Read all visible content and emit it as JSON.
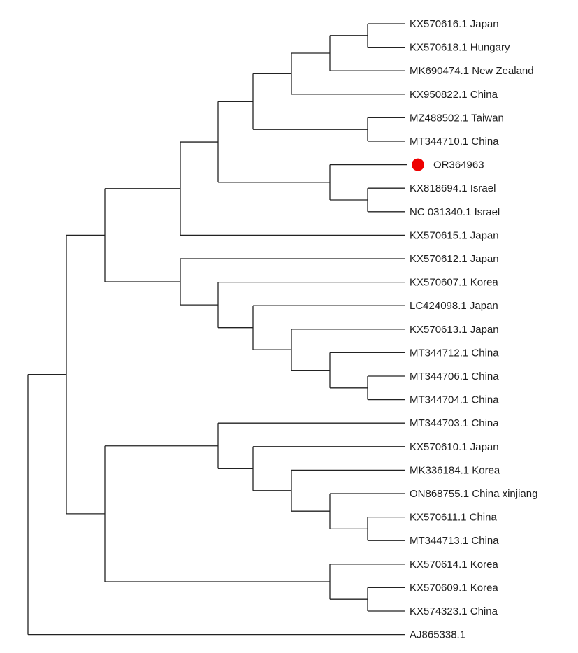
{
  "tree": {
    "highlight_color": "#ee0000",
    "highlight_marker": "red-dot-icon",
    "leaves": [
      {
        "label": "KX570616.1 Japan"
      },
      {
        "label": "KX570618.1 Hungary"
      },
      {
        "label": "MK690474.1 New Zealand"
      },
      {
        "label": "KX950822.1 China"
      },
      {
        "label": "MZ488502.1 Taiwan"
      },
      {
        "label": "MT344710.1 China"
      },
      {
        "label": "OR364963",
        "highlight": true
      },
      {
        "label": "KX818694.1 Israel"
      },
      {
        "label": "NC 031340.1 Israel"
      },
      {
        "label": "KX570615.1 Japan"
      },
      {
        "label": "KX570612.1 Japan"
      },
      {
        "label": "KX570607.1 Korea"
      },
      {
        "label": "LC424098.1 Japan"
      },
      {
        "label": "KX570613.1 Japan"
      },
      {
        "label": "MT344712.1 China"
      },
      {
        "label": "MT344706.1 China"
      },
      {
        "label": "MT344704.1 China"
      },
      {
        "label": "MT344703.1 China"
      },
      {
        "label": "KX570610.1 Japan"
      },
      {
        "label": "MK336184.1 Korea"
      },
      {
        "label": "ON868755.1 China xinjiang"
      },
      {
        "label": "KX570611.1 China"
      },
      {
        "label": "MT344713.1 China"
      },
      {
        "label": "KX570614.1 Korea"
      },
      {
        "label": "KX570609.1 Korea"
      },
      {
        "label": "KX574323.1 China"
      },
      {
        "label": "AJ865338.1"
      }
    ]
  }
}
